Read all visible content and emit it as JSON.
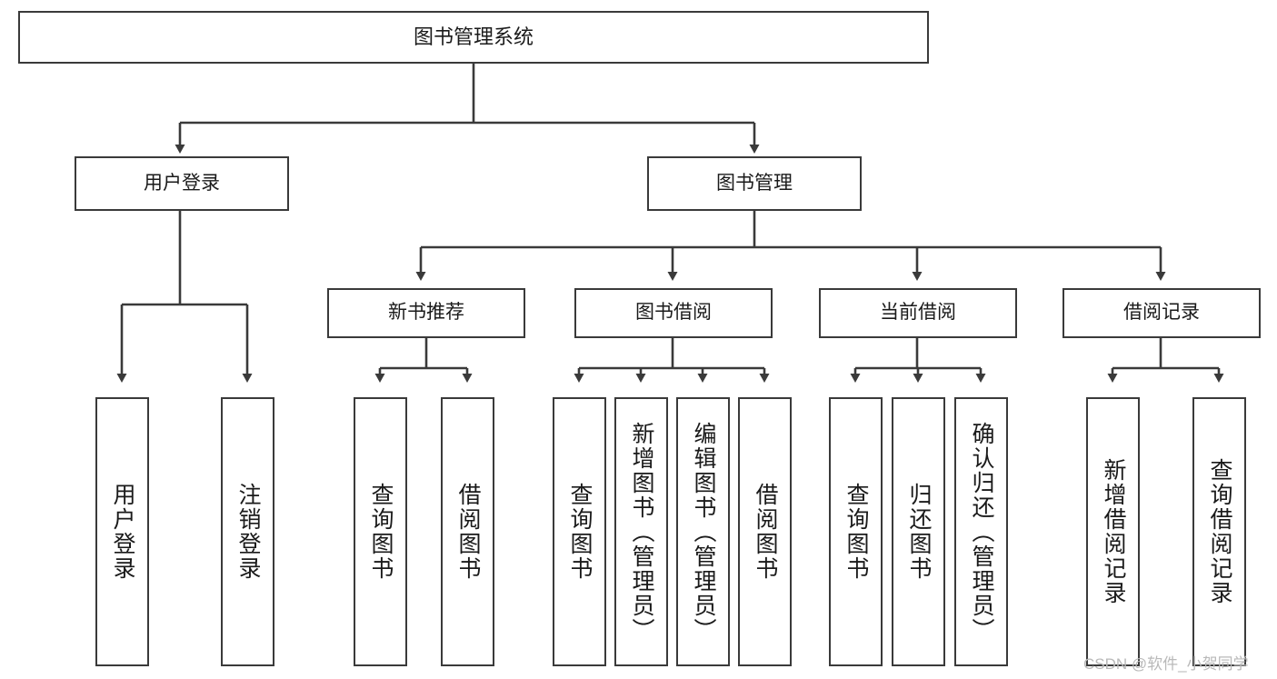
{
  "diagram": {
    "title": "图书管理系统",
    "type": "tree-hierarchy-diagram",
    "root": {
      "label": "图书管理系统"
    },
    "level2": [
      {
        "label": "用户登录"
      },
      {
        "label": "图书管理"
      }
    ],
    "level3": [
      {
        "label": "新书推荐"
      },
      {
        "label": "图书借阅"
      },
      {
        "label": "当前借阅"
      },
      {
        "label": "借阅记录"
      }
    ],
    "leaves_user_login": [
      {
        "label": "用户登录"
      },
      {
        "label": "注销登录"
      }
    ],
    "leaves_new_book": [
      {
        "label": "查询图书"
      },
      {
        "label": "借阅图书"
      }
    ],
    "leaves_borrow": [
      {
        "label": "查询图书"
      },
      {
        "label": "新增图书（管理员）"
      },
      {
        "label": "编辑图书（管理员）"
      },
      {
        "label": "借阅图书"
      }
    ],
    "leaves_current": [
      {
        "label": "查询图书"
      },
      {
        "label": "归还图书"
      },
      {
        "label": "确认归还（管理员）"
      }
    ],
    "leaves_records": [
      {
        "label": "新增借阅记录"
      },
      {
        "label": "查询借阅记录"
      }
    ],
    "watermark": "CSDN @软件_小贺同学",
    "colors": {
      "stroke": "#3a3a3a",
      "background": "#ffffff",
      "text": "#1a1a1a",
      "watermark": "#b9b9b9"
    }
  }
}
